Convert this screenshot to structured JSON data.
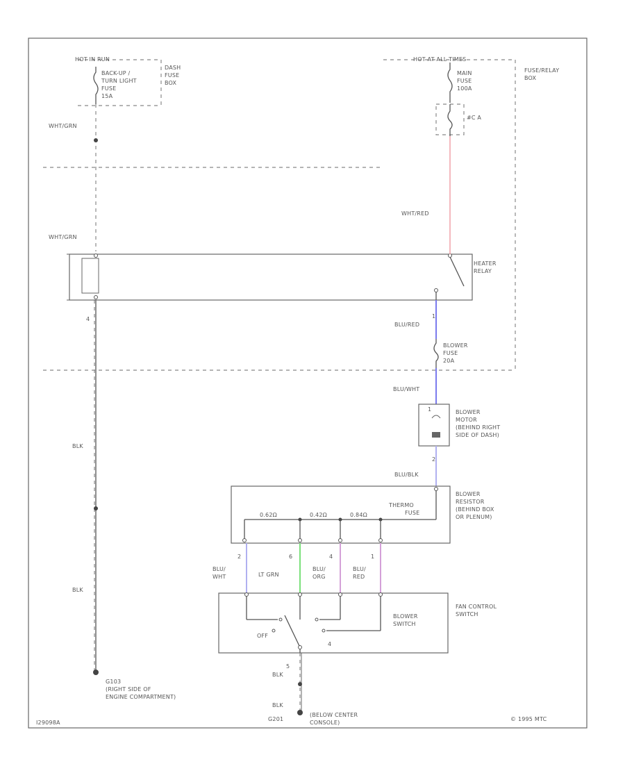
{
  "fuse_top_left": {
    "hot": "HOT IN RUN",
    "fuse_lines": [
      "BACK-UP /",
      "TURN LIGHT",
      "FUSE",
      "15A"
    ],
    "box_lines": [
      "DASH",
      "FUSE",
      "BOX"
    ]
  },
  "fuse_top_right": {
    "hot": "HOT AT ALL TIMES",
    "fuse_lines": [
      "MAIN",
      "FUSE",
      "100A"
    ],
    "fuse_c": "#C A",
    "box_lines": [
      "FUSE/RELAY",
      "BOX"
    ]
  },
  "wires": {
    "wht_grn_1": "WHT/GRN",
    "wht_grn_2": "WHT/GRN",
    "wht_red": "WHT/RED",
    "blu_red": "BLU/RED",
    "blu_wht": "BLU/WHT",
    "blu_blk": "BLU/BLK",
    "blk_1": "BLK",
    "blk_2": "BLK",
    "blk_3": "BLK",
    "blk_4": "BLK",
    "blu_wht_2": [
      "BLU/",
      "WHT"
    ],
    "lt_grn": "LT GRN",
    "blu_org": [
      "BLU/",
      "ORG"
    ],
    "blu_red_2": [
      "BLU/",
      "RED"
    ]
  },
  "pins": {
    "relay_a": "4",
    "relay_b": "1",
    "motor_top": "1",
    "motor_bot": "2",
    "sw_a": "2",
    "sw_b": "6",
    "sw_c": "4",
    "sw_d": "1",
    "sw_ground": "5",
    "sw_inner": "4"
  },
  "components": {
    "heater_relay": [
      "HEATER",
      "RELAY"
    ],
    "blower_fuse": [
      "BLOWER",
      "FUSE",
      "20A"
    ],
    "blower_motor": [
      "BLOWER",
      "MOTOR",
      "(BEHIND RIGHT",
      "SIDE OF DASH)"
    ],
    "blower_resistor": [
      "BLOWER",
      "RESISTOR",
      "(BEHIND BOX",
      "OR PLENUM)"
    ],
    "thermo_fuse": [
      "THERMO",
      "FUSE"
    ],
    "resistor_values": [
      "0.62Ω",
      "0.42Ω",
      "0.84Ω"
    ],
    "fan_control": [
      "FAN CONTROL",
      "SWITCH"
    ],
    "blower_switch": [
      "BLOWER",
      "SWITCH"
    ],
    "off": "OFF"
  },
  "grounds": {
    "g103": "G103",
    "g103_loc": [
      "(RIGHT SIDE OF",
      "ENGINE COMPARTMENT)"
    ],
    "g201": "G201",
    "g201_loc": [
      "(BELOW CENTER",
      "CONSOLE)"
    ]
  },
  "footer": {
    "left_code": "I29098A",
    "right_copy": "© 1995 MTC"
  },
  "colors": {
    "red_wire": "#f0a0a8",
    "blue_wire": "#7a7aee",
    "light_blue_wire": "#b0b0f0",
    "green_wire": "#7ae07a",
    "purple_wire": "#d4a0d8"
  }
}
